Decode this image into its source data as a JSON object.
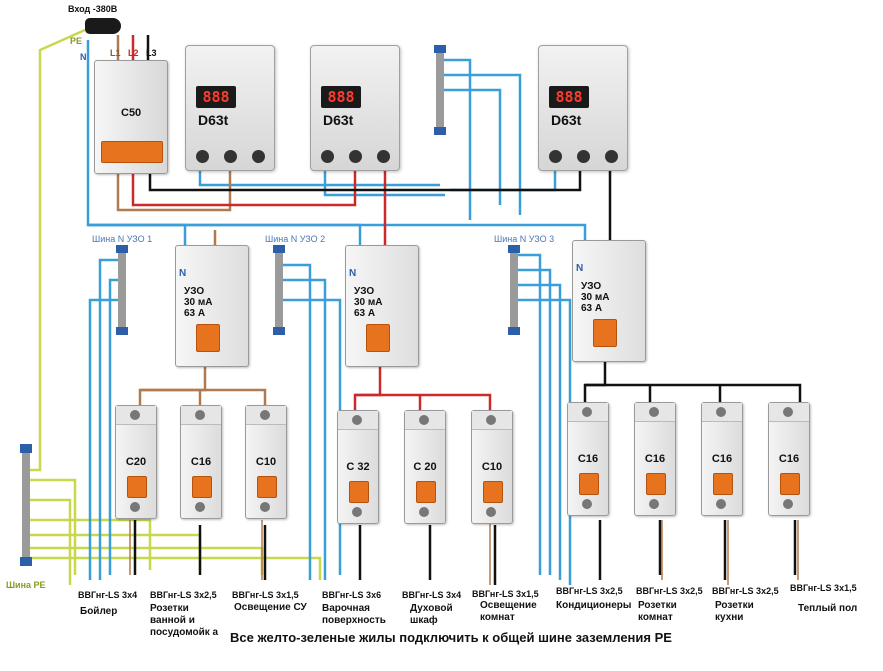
{
  "input_label": "Вход -380В",
  "phase_labels": {
    "pe": "PE",
    "n": "N",
    "l1": "L1",
    "l2": "L2",
    "l3": "L3"
  },
  "main_breaker": "C50",
  "relays": [
    {
      "name": "D63t",
      "display": "888"
    },
    {
      "name": "D63t",
      "display": "888"
    },
    {
      "name": "D63t",
      "display": "888"
    }
  ],
  "n_buses": [
    "Шина N УЗО 1",
    "Шина N УЗО 2",
    "Шина N УЗО 3"
  ],
  "rcd": {
    "name": "УЗО",
    "current": "30 мА",
    "rating": "63 А",
    "n_label": "N"
  },
  "pe_bus": "Шина PE",
  "breakers": [
    "C20",
    "C16",
    "C10",
    "C 32",
    "C 20",
    "C10",
    "C16",
    "C16",
    "C16",
    "C16"
  ],
  "groups": [
    {
      "cable": "ВВГнг-LS 3х4",
      "dest": "Бойлер"
    },
    {
      "cable": "ВВГнг-LS 3х2,5",
      "dest": "Розетки ванной и посудомойк а"
    },
    {
      "cable": "ВВГнг-LS 3х1,5",
      "dest": "Освещение СУ"
    },
    {
      "cable": "ВВГнг-LS 3х6",
      "dest": "Варочная поверхность"
    },
    {
      "cable": "ВВГнг-LS 3х4",
      "dest": "Духовой шкаф"
    },
    {
      "cable": "ВВГнг-LS 3х1,5",
      "dest": "Освещение комнат"
    },
    {
      "cable": "ВВГнг-LS 3х2,5",
      "dest": "Кондиционеры"
    },
    {
      "cable": "ВВГнг-LS 3х2,5",
      "dest": "Розетки комнат"
    },
    {
      "cable": "ВВГнг-LS 3х2,5",
      "dest": "Розетки кухни"
    },
    {
      "cable": "ВВГнг-LS 3х1,5",
      "dest": "Теплый пол"
    }
  ],
  "footer": "Все желто-зеленые жилы подключить к общей шине заземления PE",
  "colors": {
    "pe": "#c9d84a",
    "neutral": "#3a9fd8",
    "l1": "#b07a4e",
    "l2": "#cc2a2a",
    "l3": "#111111",
    "handle": "#e8731f"
  }
}
